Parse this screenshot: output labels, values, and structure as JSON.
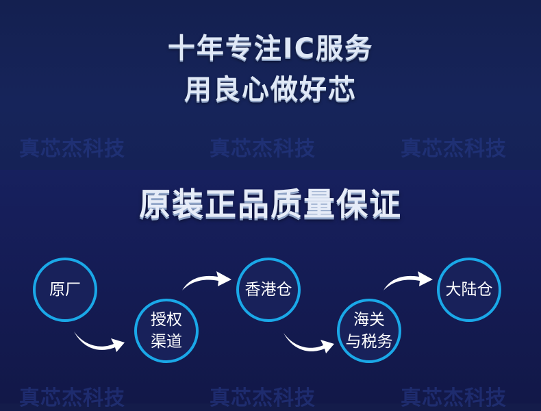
{
  "headline": {
    "line1": "十年专注IC服务",
    "line2": "用良心做好芯"
  },
  "watermark": "真芯杰科技",
  "section_title": "原装正品质量保证",
  "flow": {
    "step1": "原厂",
    "step2": {
      "line1": "授权",
      "line2": "渠道"
    },
    "step3": "香港仓",
    "step4": {
      "line1": "海关",
      "line2": "与税务"
    },
    "step5": "大陆仓"
  },
  "colors": {
    "circle_border": "#1aa8e8",
    "background": "#141c4a",
    "text": "#ffffff"
  }
}
